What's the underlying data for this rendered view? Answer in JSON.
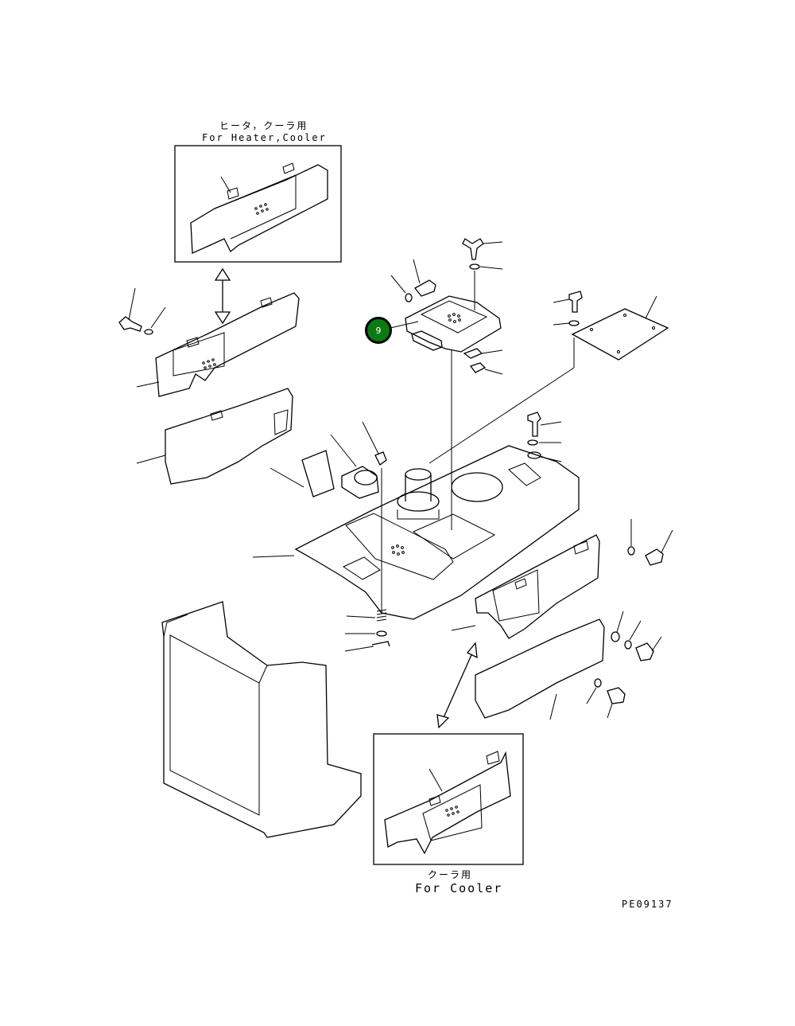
{
  "inset_top": {
    "caption_jp": "ヒータ，クーラ用",
    "caption_en": "For Heater,Cooler"
  },
  "inset_bottom": {
    "caption_jp": "クーラ用",
    "caption_en": "For Cooler"
  },
  "callout": {
    "number": "9",
    "color": "#0a7a14"
  },
  "drawing_code": "PE09137"
}
